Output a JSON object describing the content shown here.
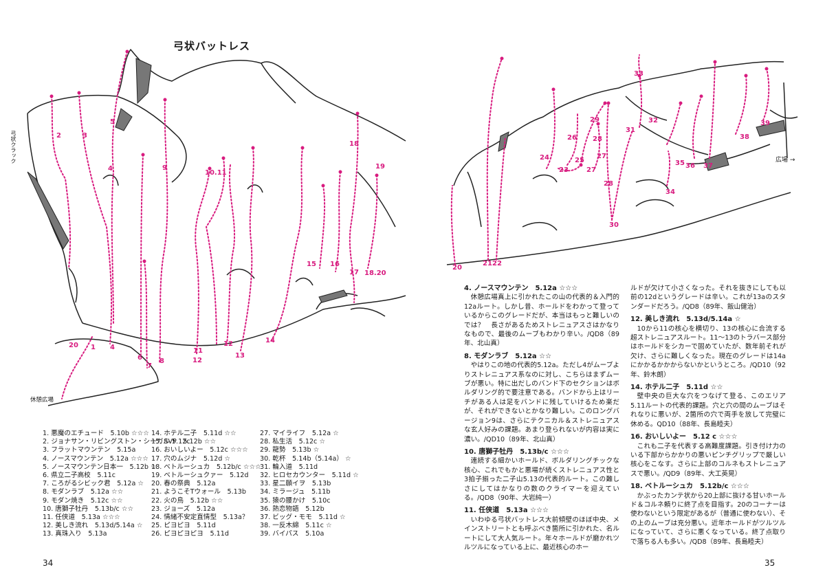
{
  "left_page": {
    "title": "弓状バットレス",
    "side_label": "弓状クラック",
    "rest_area_label": "休憩広場",
    "page_number": "34",
    "route_markers": [
      "1",
      "2",
      "3",
      "4",
      "4",
      "5",
      "6",
      "7",
      "8",
      "9",
      "10.11",
      "11",
      "12",
      "12",
      "13",
      "14",
      "15",
      "16",
      "17",
      "18",
      "19",
      "18.20",
      "20"
    ],
    "legend_columns": [
      [
        "1. 悪魔のエチュード　5.10b ☆☆☆",
        "2. ジョナサン・リビングストン・シーガル 5.12c",
        "3. フラットマウンテン　5.15a",
        "4. ノースマウンテン　5.12a ☆☆☆",
        "5. ノースマウンテン日本一　5.12b ☆",
        "6. 県立二子高校　5.11c",
        "7. ころがるシビック君　5.12a ☆",
        "8. モダンラブ　5.12a ☆☆",
        "9. モダン焼き　5.12c ☆☆",
        "10. 唐獅子牡丹　5.13b/c ☆☆",
        "11. 任侠道　5.13a ☆☆☆",
        "12. 美しき流れ　5.13d/5.14a ☆",
        "13. 真珠入り　5.13a"
      ],
      [
        "14. ホテル二子　5.11d ☆☆",
        "15. SVP　5.12b ☆☆",
        "16. おいしいよー　5.12c ☆☆☆",
        "17. 穴のムジナ　5.12d ☆",
        "18. ベトルーシュカ　5.12b/c ☆☆☆",
        "19. ベトルーシュクァー　5.12d",
        "20. 春の祭典　5.12a",
        "21. ようこそTウォール　5.13b",
        "22. 火の鳥　5.12b ☆☆",
        "23. ジョーズ　5.12a",
        "24. 情緒不安定直情型　5.13a？",
        "25. ピヨピヨ　5.11d",
        "26. ピヨピヨピヨ　5.11d"
      ],
      [
        "27. マイライフ　5.12a ☆",
        "28. 私生活　5.12c ☆",
        "29. 龍勢　5.13b ☆",
        "30. 乾杯　5.14b（5.14a） ☆",
        "31. 輪入道　5.11d",
        "32. ヒロセカウンター　5.11d ☆",
        "33. 星二願イヲ　5.13b",
        "34. ミラージュ　5.11b",
        "35. 猿の腰かけ　5.10c",
        "36. 熱恋物語　5.12b",
        "37. ビッグ・モモ　5.11d ☆",
        "38. 一反木綿　5.11c ☆",
        "39. バイパス　5.10a"
      ]
    ]
  },
  "right_page": {
    "hiroba_label": "広場 →",
    "page_number": "35",
    "route_markers": [
      "20",
      "21",
      "22",
      "23",
      "24",
      "25",
      "26",
      "27",
      "27",
      "28",
      "28",
      "29",
      "30",
      "31",
      "32",
      "33",
      "34",
      "35",
      "36",
      "37",
      "38",
      "39"
    ],
    "entries_col1": [
      {
        "head": "4. ノースマウンテン　5.12a ☆☆☆",
        "body": "休憩広場真上に引かれたこの山の代表的＆入門的12aルート。しかし昔、ホールドをわかって登っているからこのグレードだが、本当はもっと難しいのでは？　長さがあるためストレニュアスさはかなりなもので、最後のムーブもわかり辛い。/QD8（89年、北山真）"
      },
      {
        "head": "8. モダンラブ　5.12a ☆☆",
        "body": "やはりこの地の代表的5.12a。ただし4がムーブよりストレニュアス系なのに対し、こちらはまずムーブが悪い。特に出だしのバンド下のセクションはボルダリング的で要注意である。バンドから上はリーチがある人は足をバンドに残していけるため楽だが、それができないとかなり難しい。このロングバージョン9は、さらにテクニカル＆ストレニュアスな玄人好みの課題。あまり登られないが内容は実に濃い。/QD10（89年、北山真）"
      },
      {
        "head": "10. 唐獅子牡丹　5.13b/c ☆☆☆",
        "body": "連続する細かいホールド、ボルダリングチックな核心、これでもかと悪場が続くストレニュアス性と3拍子揃った二子山5.13の代表的ルート。この難しさにしてはかなりの数のクライマーを迎えている。/QD8（90年、大岩純一）"
      },
      {
        "head": "11. 任侠道　5.13a ☆☆☆",
        "body": "いわゆる弓状バットレス大前傾壁のほぼ中央、メインストリートとも呼ぶべき箇所に引かれた、名ルートにして大人気ルート。年々ホールドが磨かれツルツルになっている上に、最近核心のホー"
      }
    ],
    "entries_col2": [
      {
        "head": "",
        "body": "ルドが欠けて小さくなった。それを抜きにしても以前の12dというグレードは辛い。これが13aのスタンダードだろう。/QD8（89年、飯山健治）"
      },
      {
        "head": "12. 美しき流れ　5.13d/5.14a ☆",
        "body": "10から11の核心を横切り、13の核心に合流する超ストレニュアスルート。11〜13のトラバース部分はホールドをシカーで固めていたが、数年前それが欠け、さらに難しくなった。現在のグレードは14aにかかるかかからないかというところ。/QD10（92年、鈴木朗）"
      },
      {
        "head": "14. ホテル二子　5.11d ☆☆",
        "body": "壁中央の巨大な穴をつなげて登る、このエリア5.11ルートの代表的課題。穴と穴の間のムーブはそれなりに悪いが、2箇所の穴で両手を放して完璧に休める。QD10（88年、長島睦夫）"
      },
      {
        "head": "16. おいしいよー　5.12 c ☆☆☆",
        "body": "これも二子を代表する高難度課題。引き付け力のいる下部からかかりの悪いピンチグリップで厳しい核心をこなす。さらに上部のコルネもストレニュアスで悪い。/QD9（89年、大工英晃）"
      },
      {
        "head": "18. ベトルーシュカ　5.12b/c ☆☆☆",
        "body": "かぶったカンテ状から20上部に抜ける甘いホールド＆コルネ頼りに終了点を目指す。20のコーナーは使わないという限定があるが（普通に使わない）、その上のムーブは充分悪い。近年ホールドがツルツルになっていて、さらに悪くなっている。終了点取りで落ちる人も多い。/QD8（89年、長島睦夫）"
      }
    ]
  }
}
